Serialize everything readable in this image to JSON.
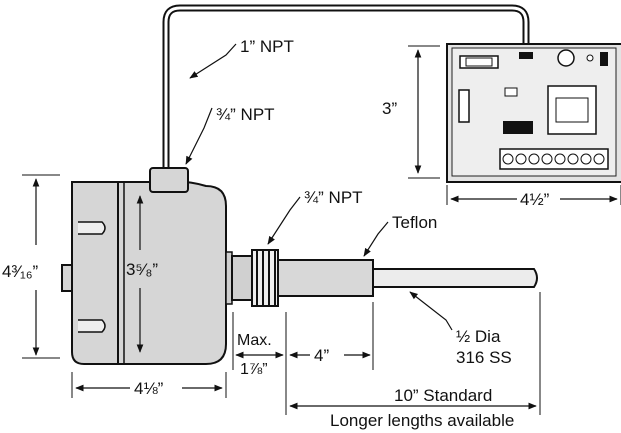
{
  "labels": {
    "conduit_thread": "1” NPT",
    "housing_thread": "¾” NPT",
    "probe_thread": "¾” NPT",
    "teflon": "Teflon",
    "board_height": "3”",
    "board_width": "4½”",
    "housing_overall_height": "4³⁄₁₆”",
    "housing_body_height": "3⁵⁄₈”",
    "housing_width": "4⅛”",
    "max": "Max.",
    "max_value": "1⅞”",
    "teflon_length": "4”",
    "rod_dia": "½ Dia",
    "rod_material": "316 SS",
    "standard_length": "10” Standard",
    "longer_lengths": "Longer lengths available"
  }
}
